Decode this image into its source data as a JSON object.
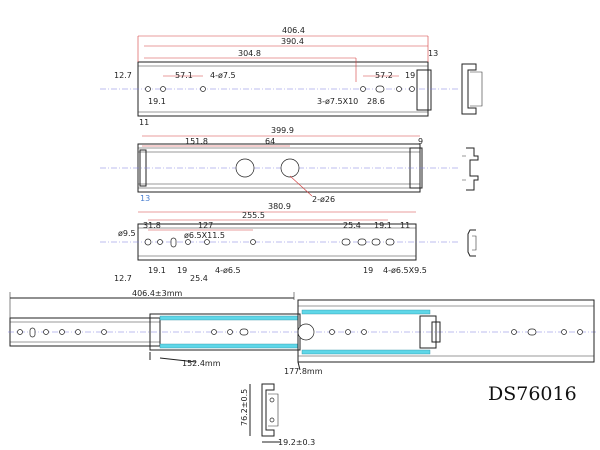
{
  "model_code": "DS76016",
  "view1": {
    "dims": [
      "406.4",
      "390.4",
      "304.8",
      "13",
      "12.7",
      "57.1",
      "4-ø7.5",
      "19.1",
      "57.2",
      "19",
      "3-ø7.5X10",
      "28.6",
      "11"
    ]
  },
  "view2": {
    "dims": [
      "399.9",
      "151.8",
      "64",
      "9",
      "2-ø26",
      "13"
    ]
  },
  "view3": {
    "dims": [
      "380.9",
      "255.5",
      "ø9.5",
      "31.8",
      "127",
      "ø6.5X11.5",
      "25.4",
      "19.1",
      "11",
      "19.1",
      "19",
      "25.4",
      "4-ø6.5",
      "19",
      "4-ø6.5X9.5",
      "12.7"
    ]
  },
  "view4": {
    "dims": [
      "406.4±3mm",
      "152.4mm",
      "177.8mm"
    ]
  },
  "section": {
    "dims": [
      "76.2±0.5",
      "19.2±0.3"
    ]
  }
}
